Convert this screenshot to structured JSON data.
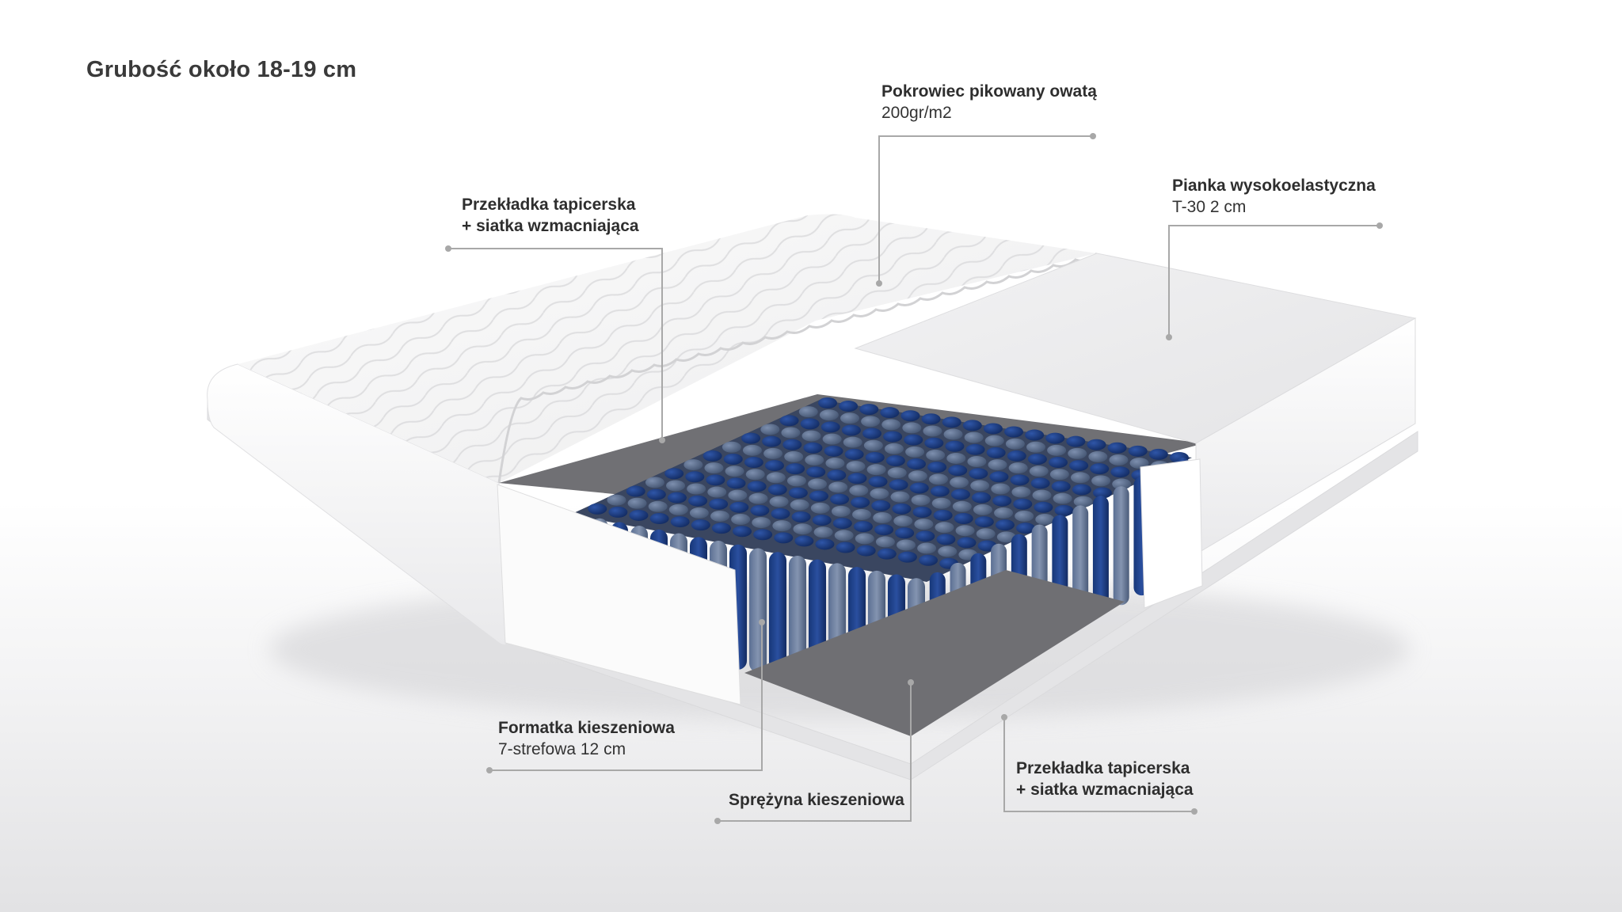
{
  "title": "Grubość około 18-19 cm",
  "labels": {
    "cover": {
      "main": "Pokrowiec pikowany owatą",
      "sub": "200gr/m2"
    },
    "foam": {
      "main": "Pianka wysokoelastyczna",
      "sub": "T-30 2 cm"
    },
    "spacer_top": {
      "main": "Przekładka tapicerska",
      "sub": "+ siatka wzmacniająca"
    },
    "pocket_block": {
      "main": "Formatka kieszeniowa",
      "sub": "7-strefowa 12 cm"
    },
    "pocket_spring": {
      "main": "Sprężyna kieszeniowa"
    },
    "spacer_bottom": {
      "main": "Przekładka tapicerska",
      "sub": "+ siatka wzmacniająca"
    }
  },
  "colors": {
    "spring_dark": "#1f3f86",
    "spring_light": "#5a6f92",
    "felt": "#6b6b6e",
    "leader_line": "#a8a8a8"
  }
}
